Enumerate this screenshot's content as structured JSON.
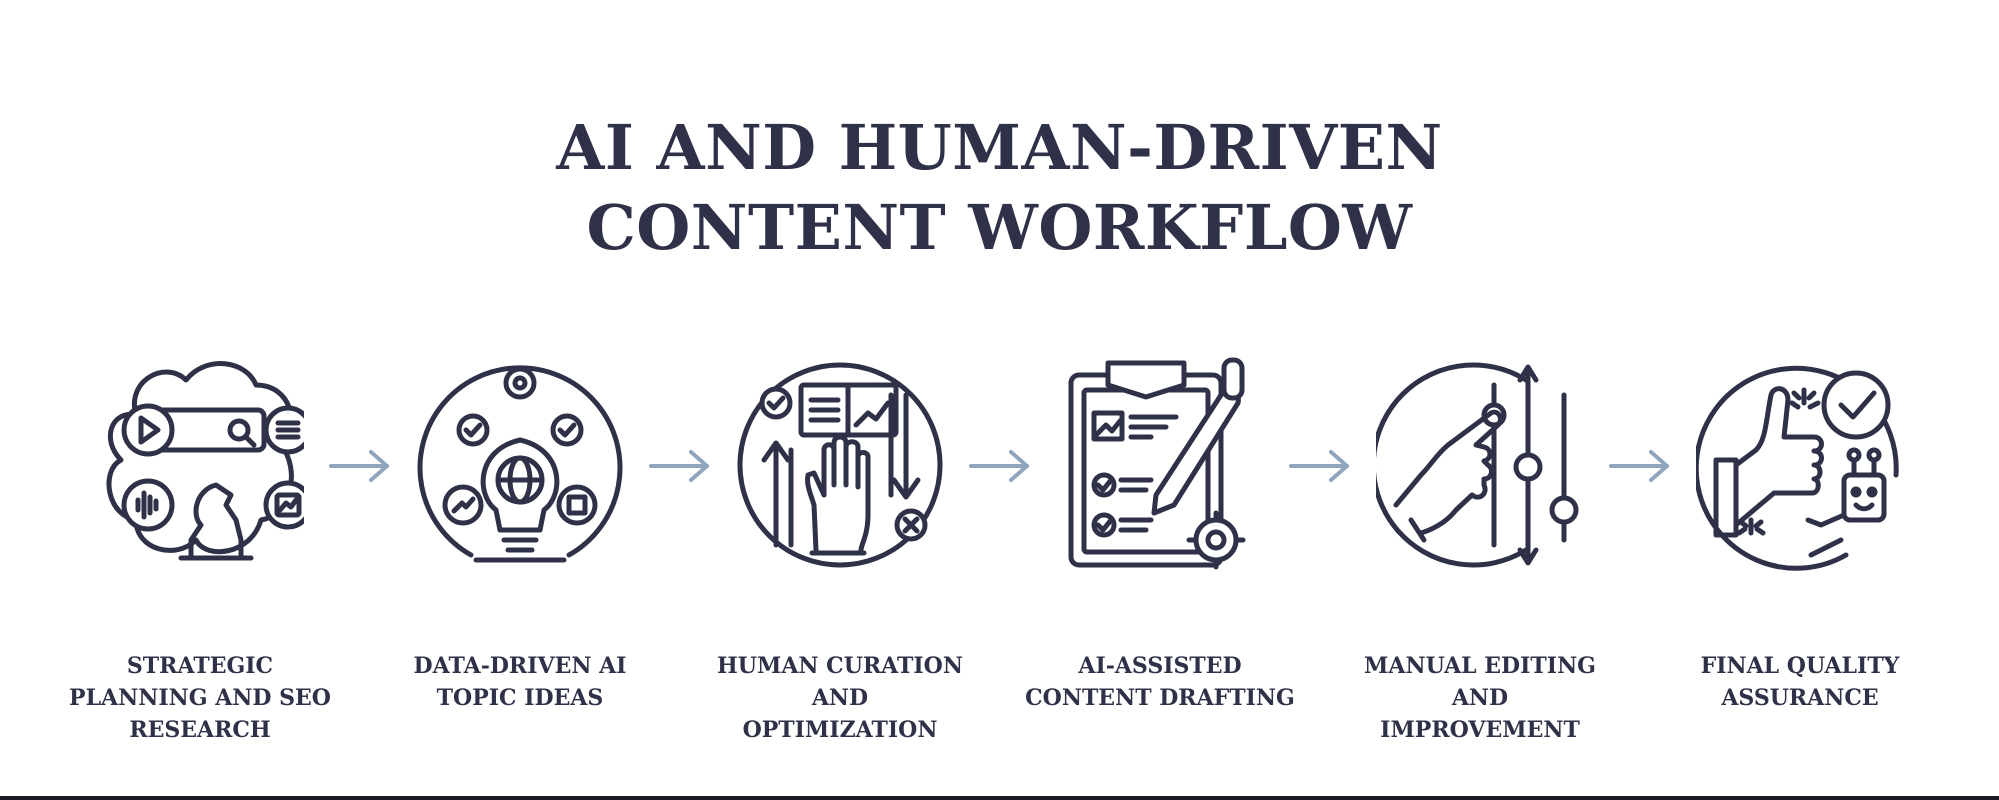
{
  "title": {
    "line1": "AI AND HUMAN-DRIVEN",
    "line2": "CONTENT WORKFLOW"
  },
  "colors": {
    "ink": "#2e3147",
    "arrow": "#8fa5bd",
    "background": "#ffffff"
  },
  "steps": [
    {
      "label": "STRATEGIC\nPLANNING AND SEO\nRESEARCH",
      "icon": "strategy-brain-icon"
    },
    {
      "label": "DATA-DRIVEN AI\nTOPIC IDEAS",
      "icon": "ai-lightbulb-icon"
    },
    {
      "label": "HUMAN CURATION\nAND\nOPTIMIZATION",
      "icon": "curation-hand-icon"
    },
    {
      "label": "AI-ASSISTED\nCONTENT DRAFTING",
      "icon": "clipboard-pen-icon"
    },
    {
      "label": "MANUAL EDITING\nAND\nIMPROVEMENT",
      "icon": "sliders-hand-icon"
    },
    {
      "label": "FINAL QUALITY\nASSURANCE",
      "icon": "thumbs-up-robot-icon"
    }
  ]
}
